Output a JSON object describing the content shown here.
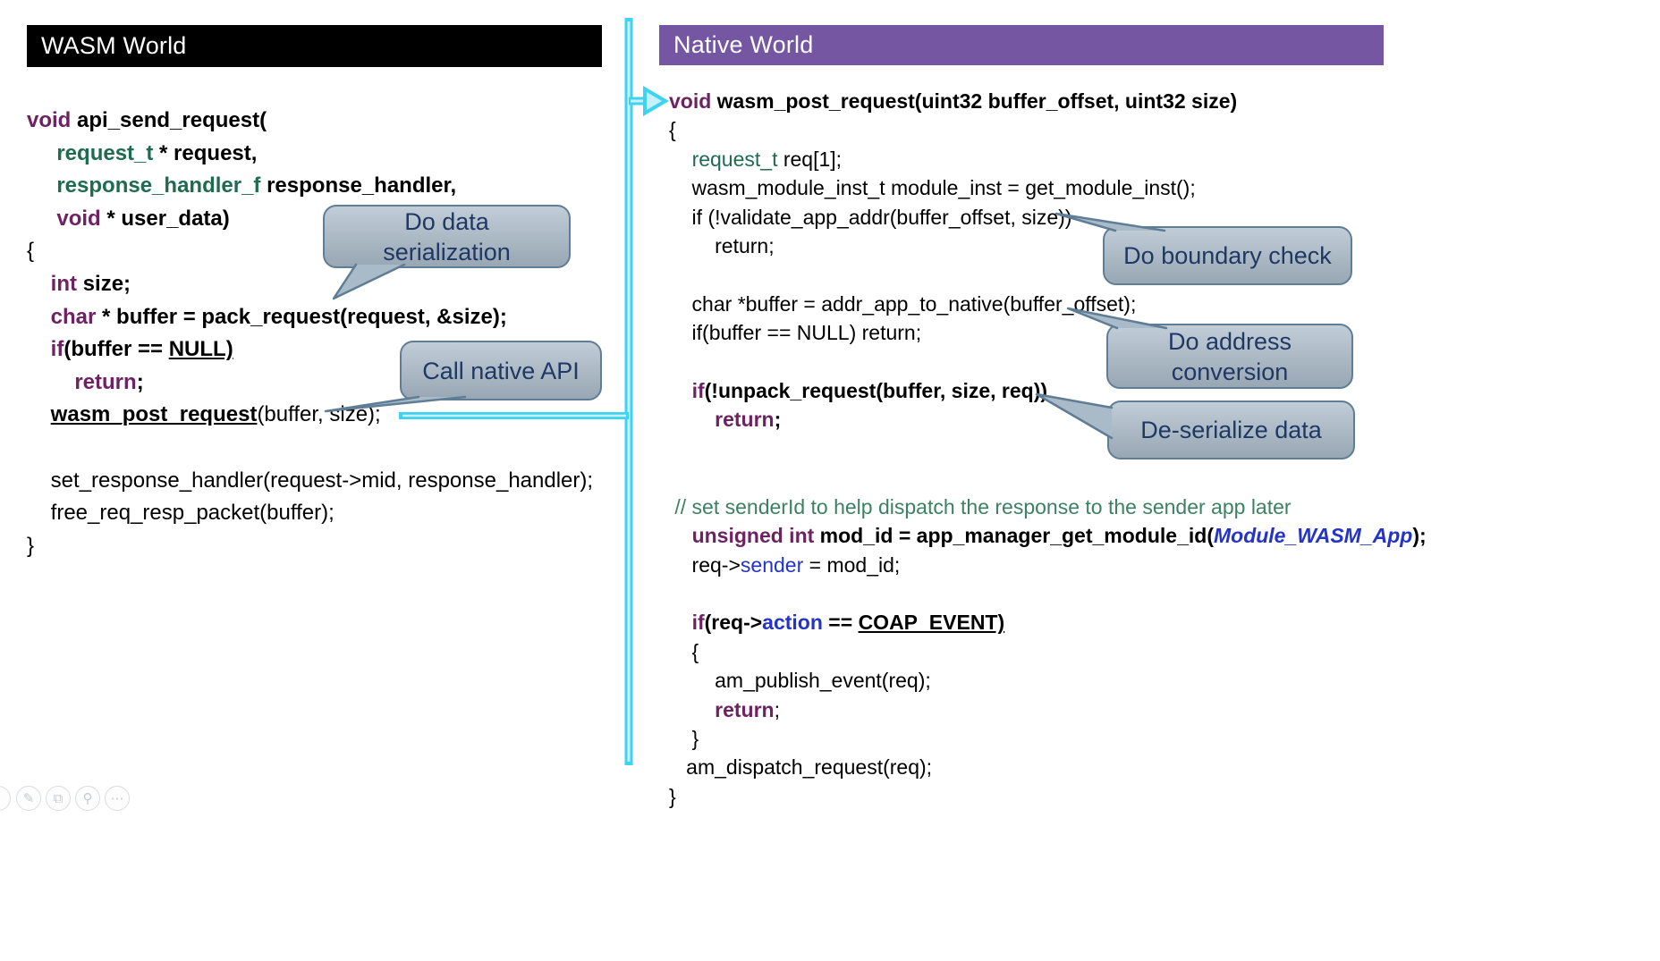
{
  "colors": {
    "wasm_header_bg": "#000000",
    "native_header_bg": "#7456A2",
    "keyword": "#6E2262",
    "type": "#1E6B50",
    "blue": "#2433C8",
    "comment": "#3C8163",
    "callout_fill": "#A9BAC8",
    "callout_border": "#5F7D95",
    "callout_text": "#1F3864",
    "arrow": "#3DD3F1",
    "arrow_core": "#C6F1FB"
  },
  "wasm_panel": {
    "title": "WASM World",
    "code": [
      [
        {
          "t": "void ",
          "c": "kw",
          "b": true
        },
        {
          "t": "api_send_request(",
          "b": true
        }
      ],
      [
        {
          "t": "     "
        },
        {
          "t": "request_t ",
          "c": "type",
          "b": true
        },
        {
          "t": "* request,",
          "b": true
        }
      ],
      [
        {
          "t": "     "
        },
        {
          "t": "response_handler_f ",
          "c": "type",
          "b": true
        },
        {
          "t": "response_handler,",
          "b": true
        }
      ],
      [
        {
          "t": "     "
        },
        {
          "t": "void ",
          "c": "kw",
          "b": true
        },
        {
          "t": "* user_data)",
          "b": true
        }
      ],
      [
        {
          "t": "{"
        }
      ],
      [
        {
          "t": "    "
        },
        {
          "t": "int ",
          "c": "kw",
          "b": true
        },
        {
          "t": "size;",
          "b": true
        }
      ],
      [
        {
          "t": "    "
        },
        {
          "t": "char ",
          "c": "kw",
          "b": true
        },
        {
          "t": "* buffer = pack_request(request, &size);",
          "b": true
        }
      ],
      [
        {
          "t": "    "
        },
        {
          "t": "if",
          "c": "kw",
          "b": true
        },
        {
          "t": "(buffer == ",
          "b": true
        },
        {
          "t": "NULL)",
          "b": true,
          "u": true
        }
      ],
      [
        {
          "t": "        "
        },
        {
          "t": "return",
          "c": "kw",
          "b": true
        },
        {
          "t": ";",
          "b": true
        }
      ],
      [
        {
          "t": "    "
        },
        {
          "t": "wasm_post_request",
          "b": true,
          "u": true
        },
        {
          "t": "(buffer, size);"
        }
      ],
      [],
      [
        {
          "t": "    set_response_handler(request->mid, response_handler);"
        }
      ],
      [
        {
          "t": "    free_req_resp_packet(buffer);"
        }
      ],
      [
        {
          "t": "}"
        }
      ]
    ]
  },
  "native_panel": {
    "title": "Native World",
    "code": [
      [
        {
          "t": "void ",
          "c": "kw",
          "b": true
        },
        {
          "t": "wasm_post_request(uint32 buffer_offset, uint32 size)",
          "b": true
        }
      ],
      [
        {
          "t": "{"
        }
      ],
      [
        {
          "t": "    "
        },
        {
          "t": "request_t",
          "c": "type"
        },
        {
          "t": " req[1];"
        }
      ],
      [
        {
          "t": "    wasm_module_inst_t module_inst = get_module_inst();"
        }
      ],
      [
        {
          "t": "    if (!validate_app_addr(buffer_offset, size))"
        }
      ],
      [
        {
          "t": "        return;"
        }
      ],
      [],
      [
        {
          "t": "    char *buffer = addr_app_to_native(buffer_offset);"
        }
      ],
      [
        {
          "t": "    if(buffer == NULL) return;"
        }
      ],
      [],
      [
        {
          "t": "    "
        },
        {
          "t": "if",
          "c": "kw",
          "b": true
        },
        {
          "t": "(!unpack_request(buffer, size, req))",
          "b": true
        }
      ],
      [
        {
          "t": "        "
        },
        {
          "t": "return",
          "c": "kw",
          "b": true
        },
        {
          "t": ";",
          "b": true
        }
      ],
      [],
      [],
      [
        {
          "t": " "
        },
        {
          "t": "// set senderId to help dispatch the response to the sender app later",
          "c": "comment"
        }
      ],
      [
        {
          "t": "    "
        },
        {
          "t": "unsigned int ",
          "c": "kw",
          "b": true
        },
        {
          "t": "mod_id = app_manager_get_module_id(",
          "b": true
        },
        {
          "t": "Module_WASM_App",
          "c": "blue",
          "b": true,
          "i": true
        },
        {
          "t": ");",
          "b": true
        }
      ],
      [
        {
          "t": "    req->"
        },
        {
          "t": "sender",
          "c": "blue"
        },
        {
          "t": " = mod_id;"
        }
      ],
      [],
      [
        {
          "t": "    "
        },
        {
          "t": "if",
          "c": "kw",
          "b": true
        },
        {
          "t": "(req->",
          "b": true
        },
        {
          "t": "action",
          "c": "blue",
          "b": true
        },
        {
          "t": " == ",
          "b": true
        },
        {
          "t": "COAP_EVENT)",
          "b": true,
          "u": true
        }
      ],
      [
        {
          "t": "    {"
        }
      ],
      [
        {
          "t": "        am_publish_event(req);"
        }
      ],
      [
        {
          "t": "        "
        },
        {
          "t": "return",
          "c": "kw",
          "b": true
        },
        {
          "t": ";"
        }
      ],
      [
        {
          "t": "    }"
        }
      ],
      [
        {
          "t": "   am_dispatch_request(req);"
        }
      ],
      [
        {
          "t": "}"
        }
      ]
    ]
  },
  "callouts": [
    {
      "name": "do-data-serialization",
      "text": "Do data\nserialization"
    },
    {
      "name": "call-native-api",
      "text": "Call native API"
    },
    {
      "name": "do-boundary-check",
      "text": "Do boundary check"
    },
    {
      "name": "do-address-conversion",
      "text": "Do address\nconversion"
    },
    {
      "name": "de-serialize-data",
      "text": "De-serialize data"
    }
  ],
  "toolbar": {
    "buttons": [
      {
        "name": "pen",
        "glyph": "✎"
      },
      {
        "name": "slides",
        "glyph": "⧉"
      },
      {
        "name": "magnifier",
        "glyph": "⚲"
      },
      {
        "name": "more",
        "glyph": "⋯"
      }
    ]
  }
}
